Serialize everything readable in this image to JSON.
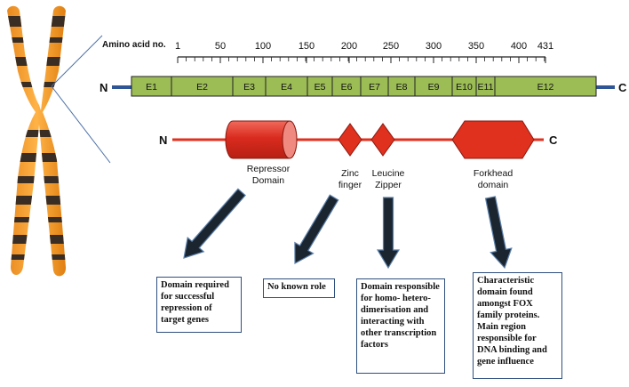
{
  "axis": {
    "title": "Amino acid no.",
    "ticks": [
      "1",
      "50",
      "100",
      "150",
      "200",
      "250",
      "300",
      "350",
      "400",
      "431"
    ]
  },
  "exon_bar": {
    "n_label": "N",
    "c_label": "C",
    "exons": [
      "E1",
      "E2",
      "E3",
      "E4",
      "E5",
      "E6",
      "E7",
      "E8",
      "E9",
      "E10",
      "E11",
      "E12"
    ],
    "fill_color": "#9cbc56",
    "line_color": "#2f5597"
  },
  "domain_bar": {
    "n_label": "N",
    "c_label": "C",
    "line_color": "#e0301e",
    "shape_color": "#e0301e",
    "domains": [
      {
        "label_line1": "Repressor",
        "label_line2": "Domain"
      },
      {
        "label_line1": "Zinc",
        "label_line2": "finger"
      },
      {
        "label_line1": "Leucine",
        "label_line2": "Zipper"
      },
      {
        "label_line1": "Forkhead",
        "label_line2": "domain"
      }
    ]
  },
  "descriptions": [
    "Domain required for successful repression of target genes",
    "No known role",
    "Domain responsible for homo- hetero- dimerisation and interacting with other transcription factors",
    "Characteristic domain found amongst FOX family proteins. Main region responsible for DNA binding and gene influence"
  ]
}
